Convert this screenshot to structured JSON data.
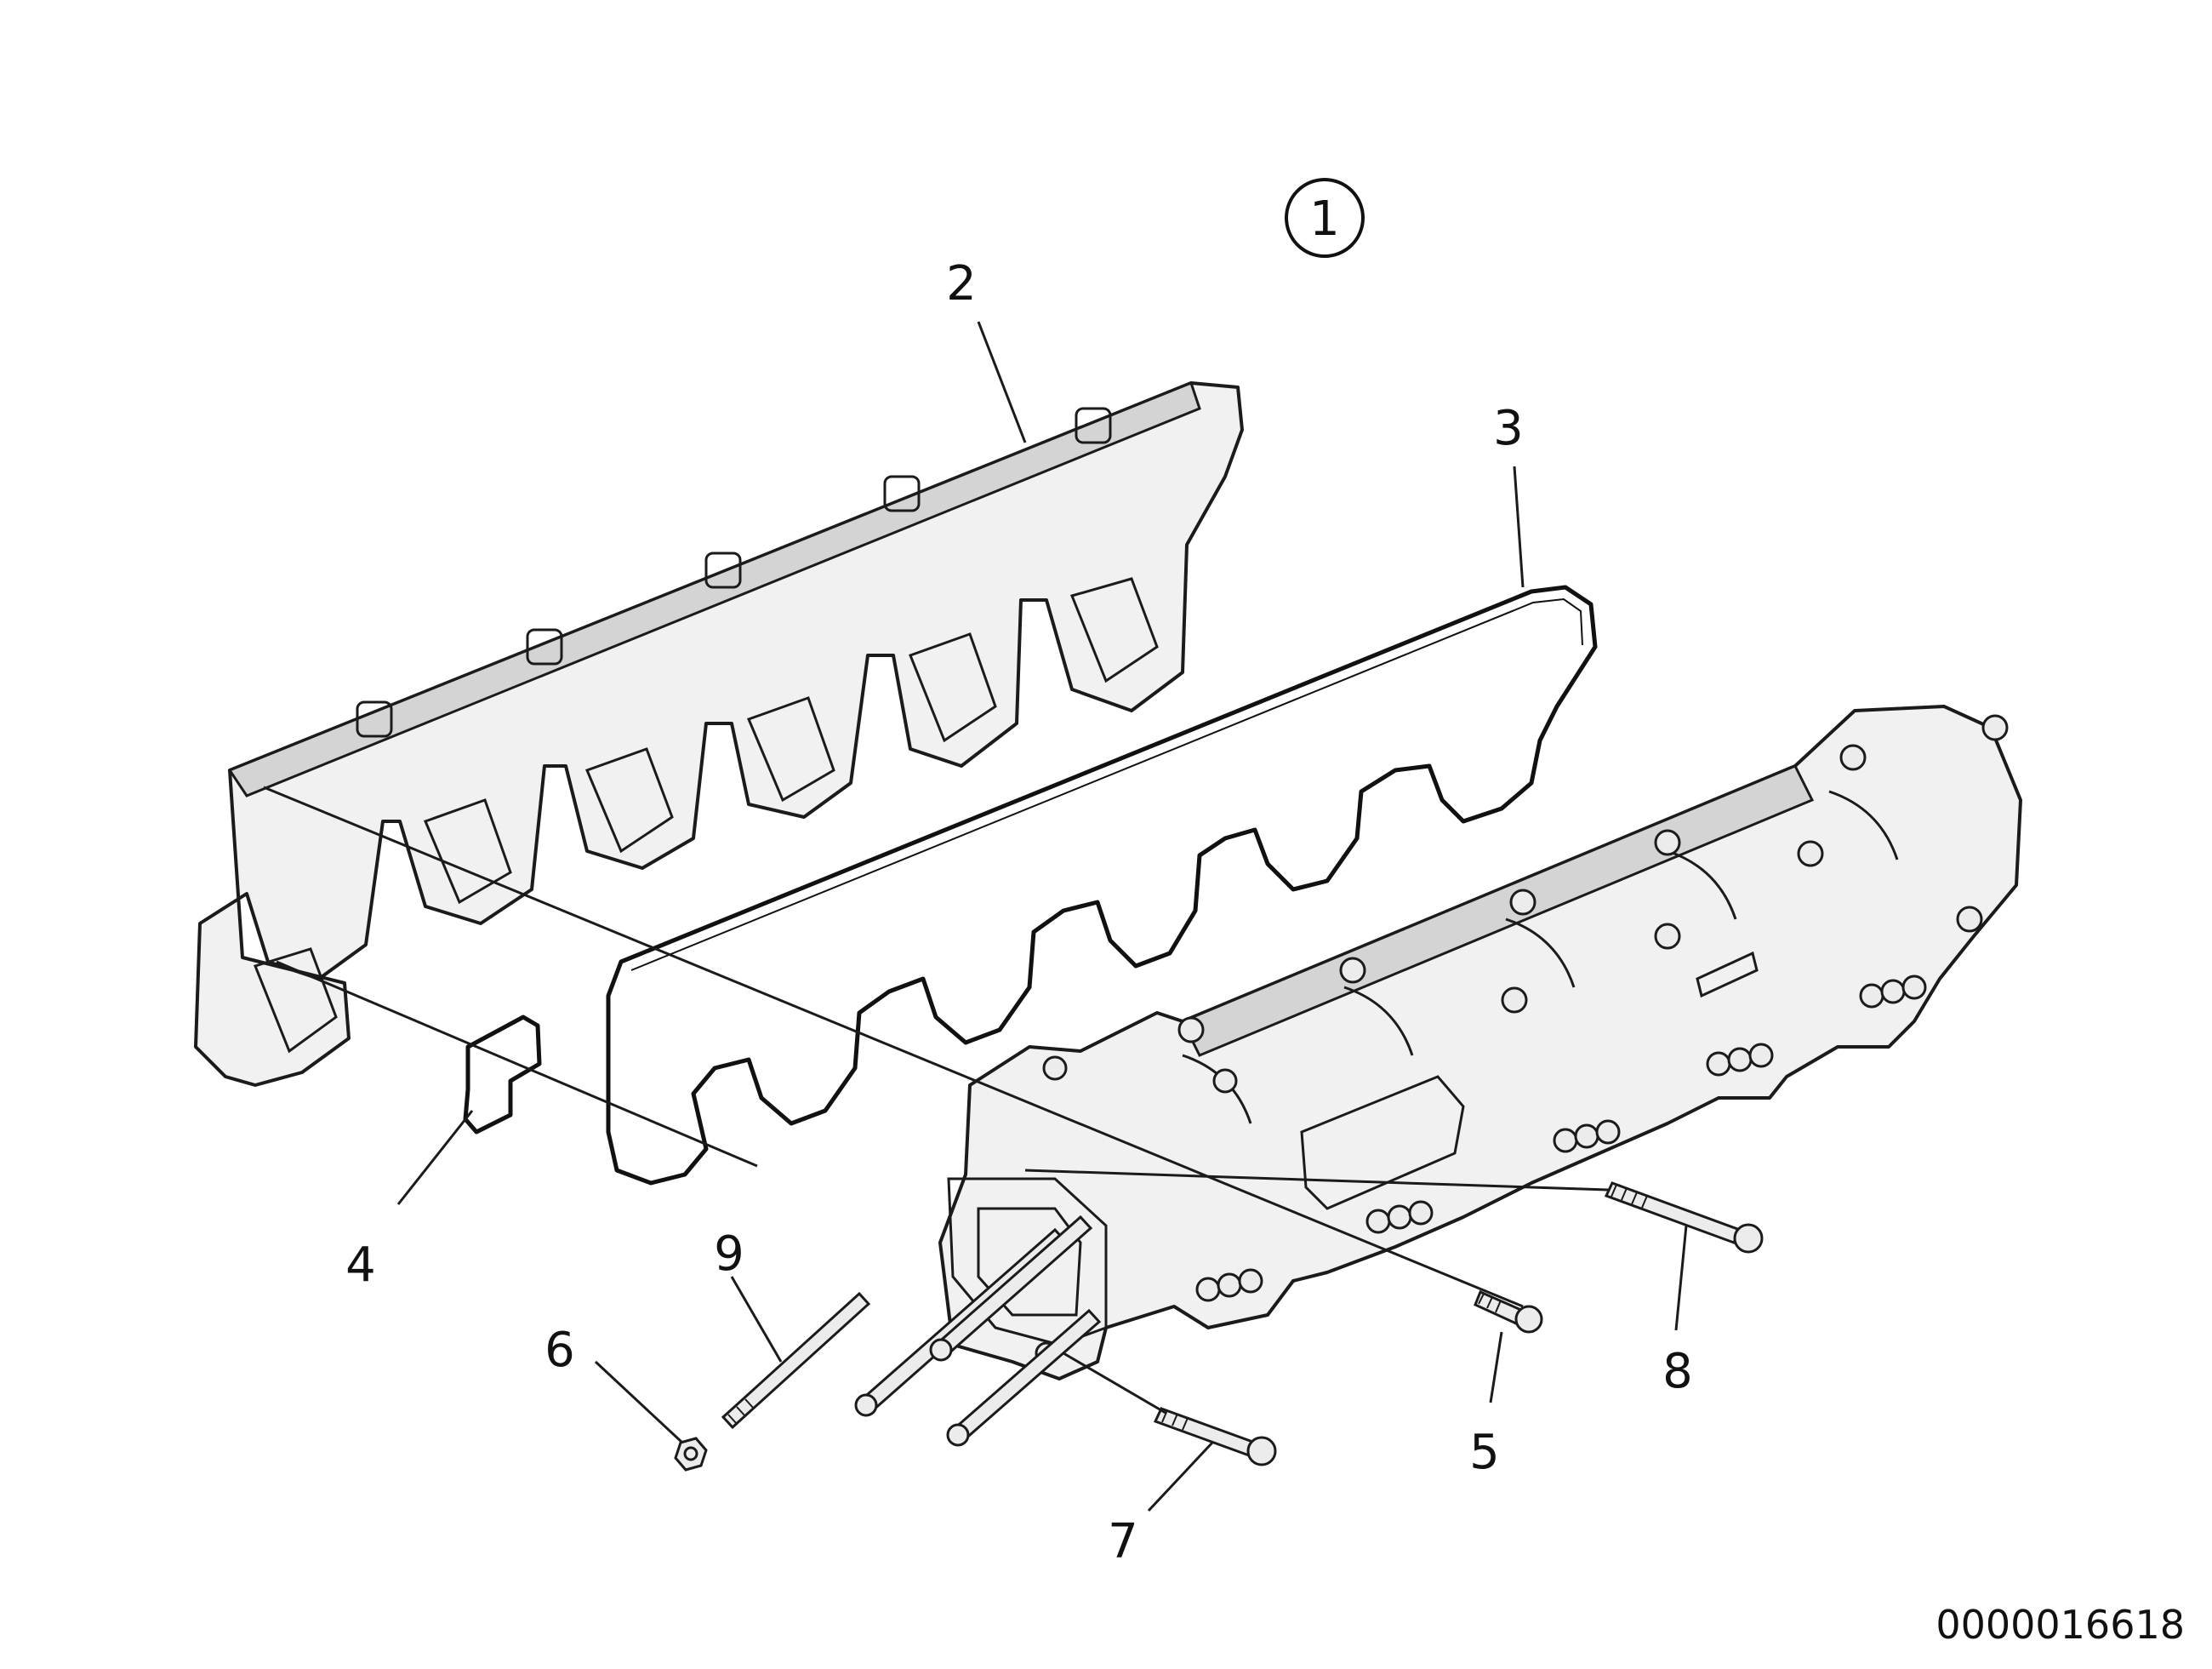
{
  "assembly_callout": "1",
  "callouts": [
    {
      "id": "2",
      "part": "exhaust-manifold-front"
    },
    {
      "id": "3",
      "part": "gasket-large"
    },
    {
      "id": "4",
      "part": "gasket-small"
    },
    {
      "id": "5",
      "part": "bolt"
    },
    {
      "id": "6",
      "part": "nut"
    },
    {
      "id": "7",
      "part": "bolt"
    },
    {
      "id": "8",
      "part": "bolt"
    },
    {
      "id": "9",
      "part": "stud"
    }
  ],
  "document_number": "0000016618"
}
